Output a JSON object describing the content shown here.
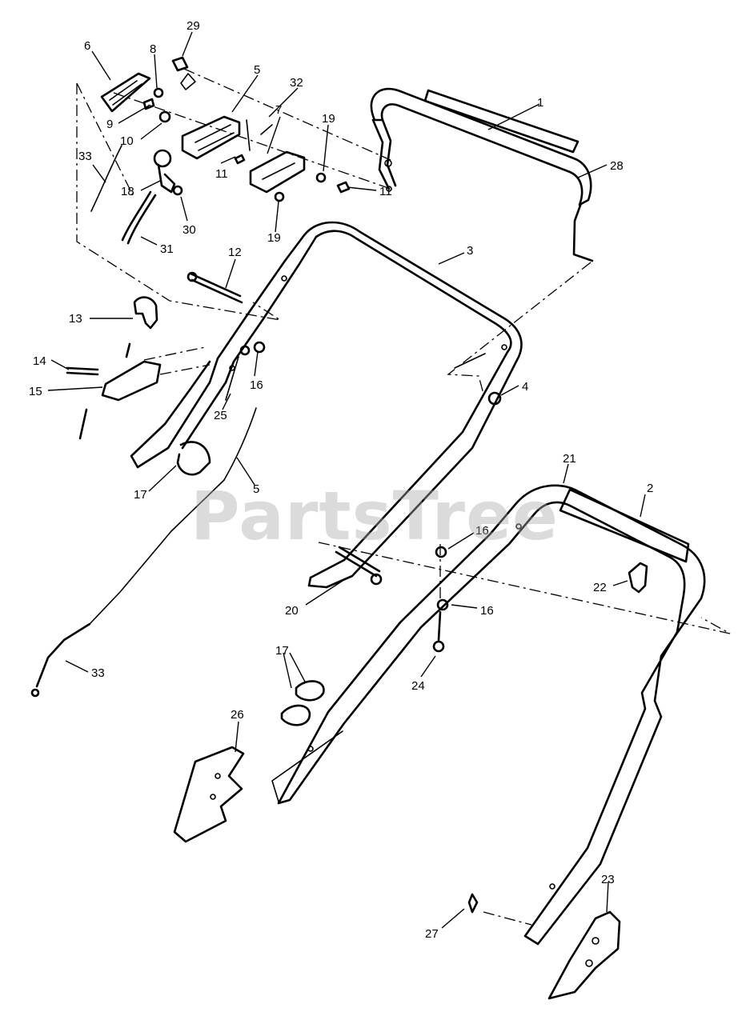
{
  "watermark": "PartsTree",
  "callouts": [
    {
      "id": "c29",
      "label": "29"
    },
    {
      "id": "c6",
      "label": "6"
    },
    {
      "id": "c8",
      "label": "8"
    },
    {
      "id": "c5a",
      "label": "5"
    },
    {
      "id": "c32",
      "label": "32"
    },
    {
      "id": "c1",
      "label": "1"
    },
    {
      "id": "c7",
      "label": "7"
    },
    {
      "id": "c19a",
      "label": "19"
    },
    {
      "id": "c9",
      "label": "9"
    },
    {
      "id": "c10",
      "label": "10"
    },
    {
      "id": "c28",
      "label": "28"
    },
    {
      "id": "c33a",
      "label": "33"
    },
    {
      "id": "c18",
      "label": "18"
    },
    {
      "id": "c11a",
      "label": "11"
    },
    {
      "id": "c11b",
      "label": "11"
    },
    {
      "id": "c30",
      "label": "30"
    },
    {
      "id": "c19b",
      "label": "19"
    },
    {
      "id": "c31",
      "label": "31"
    },
    {
      "id": "c12",
      "label": "12"
    },
    {
      "id": "c3",
      "label": "3"
    },
    {
      "id": "c13",
      "label": "13"
    },
    {
      "id": "c14",
      "label": "14"
    },
    {
      "id": "c16a",
      "label": "16"
    },
    {
      "id": "c4",
      "label": "4"
    },
    {
      "id": "c15",
      "label": "15"
    },
    {
      "id": "c25",
      "label": "25"
    },
    {
      "id": "c17a",
      "label": "17"
    },
    {
      "id": "c5b",
      "label": "5"
    },
    {
      "id": "c21",
      "label": "21"
    },
    {
      "id": "c2",
      "label": "2"
    },
    {
      "id": "c16b",
      "label": "16"
    },
    {
      "id": "c22",
      "label": "22"
    },
    {
      "id": "c20",
      "label": "20"
    },
    {
      "id": "c16c",
      "label": "16"
    },
    {
      "id": "c33b",
      "label": "33"
    },
    {
      "id": "c17b",
      "label": "17"
    },
    {
      "id": "c24",
      "label": "24"
    },
    {
      "id": "c26",
      "label": "26"
    },
    {
      "id": "c23",
      "label": "23"
    },
    {
      "id": "c27",
      "label": "27"
    }
  ]
}
